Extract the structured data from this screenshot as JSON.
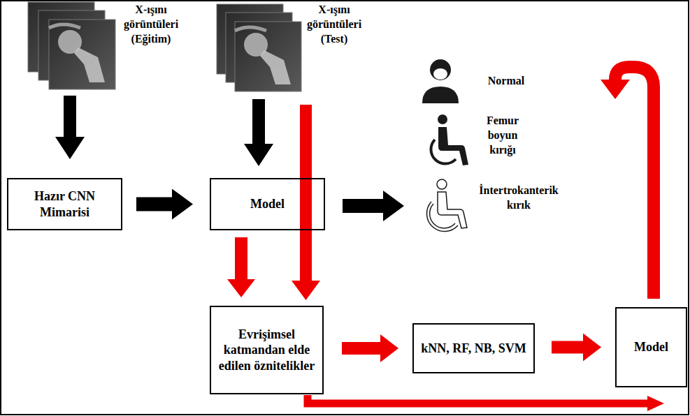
{
  "diagram": {
    "nodes": [
      {
        "text": [
          "Hazır CNN Mimarisi"
        ]
      },
      {
        "text": [
          "Model"
        ]
      },
      {
        "text": [
          "Evrişimsel katmandan elde edilen öznitelikler"
        ]
      },
      {
        "text": [
          "kNN, RF, NB, SVM"
        ]
      },
      {
        "text": [
          "Model"
        ]
      }
    ],
    "edges": [
      {
        "from": 0,
        "to": 1,
        "arrow": "to"
      },
      {
        "from": 1,
        "to": 2,
        "arrow": "to"
      },
      {
        "from": 2,
        "to": 3,
        "arrow": "to"
      },
      {
        "from": 3,
        "to": 4,
        "arrow": "to"
      }
    ],
    "labels": [
      "X-ışını görüntüleri (Eğitim)",
      "X-ışını görüntüleri (Test)",
      "Normal",
      "Femur boyun kırığı",
      "İntertrokanterik kırık"
    ]
  }
}
